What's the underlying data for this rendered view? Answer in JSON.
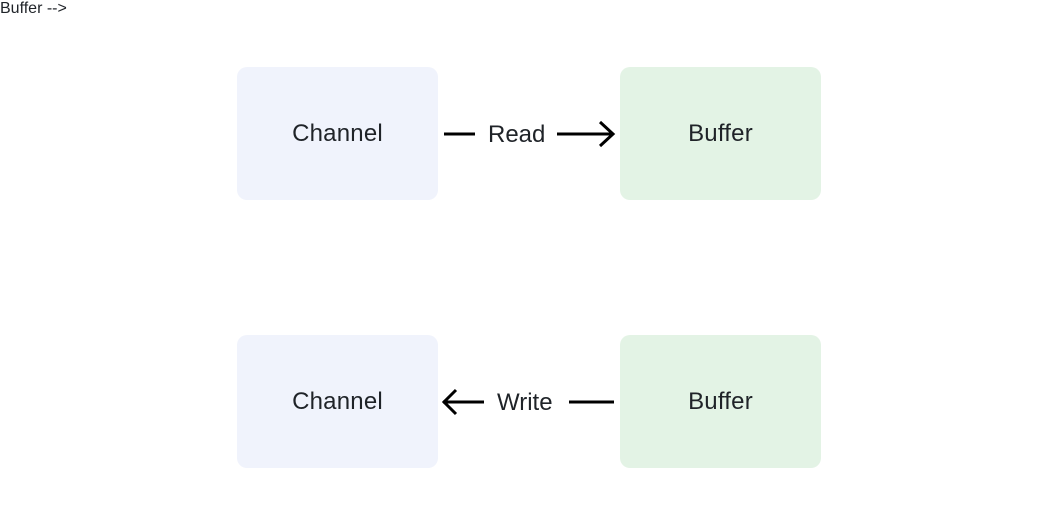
{
  "read_flow": {
    "source": "Channel",
    "target": "Buffer",
    "label": "Read"
  },
  "write_flow": {
    "source": "Buffer",
    "target": "Channel",
    "label": "Write"
  },
  "colors": {
    "channel_fill": "#f0f3fc",
    "buffer_fill": "#e3f3e5",
    "arrow": "#000000",
    "text": "#1f2328"
  }
}
